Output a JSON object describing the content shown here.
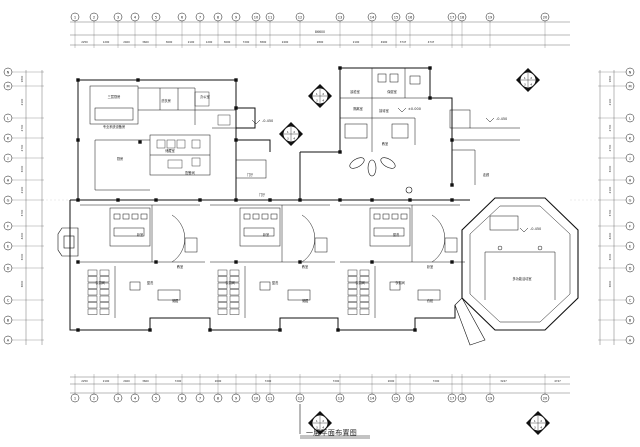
{
  "drawing": {
    "title": "一层平面布置图",
    "top_grid_labels": [
      "1",
      "2",
      "3",
      "4",
      "5",
      "6",
      "7",
      "8",
      "9",
      "10",
      "11",
      "12",
      "13",
      "14",
      "15",
      "16",
      "17",
      "18",
      "19",
      "20"
    ],
    "bottom_grid_labels": [
      "1",
      "2",
      "3",
      "4",
      "5",
      "6",
      "7",
      "8",
      "9",
      "10",
      "11",
      "12",
      "13",
      "14",
      "15",
      "16",
      "17",
      "18",
      "19",
      "20"
    ],
    "left_grid_labels": [
      "N",
      "M",
      "L",
      "K",
      "J",
      "H",
      "G",
      "F",
      "E",
      "D",
      "C",
      "B",
      "A"
    ],
    "right_grid_labels": [
      "N",
      "M",
      "L",
      "K",
      "J",
      "H",
      "G",
      "F",
      "E",
      "D",
      "C",
      "B",
      "A"
    ],
    "overall_dimension": "86600",
    "top_dimensions": [
      "2250",
      "1200",
      "2400",
      "3600",
      "3600",
      "2100",
      "1200",
      "3600",
      "7200",
      "3800",
      "2400",
      "2800",
      "2100",
      "4900",
      "3747",
      "4747"
    ],
    "bottom_dimensions": [
      "2250",
      "2100",
      "2400",
      "3600",
      "7200",
      "2000",
      "7200",
      "7200",
      "2000",
      "7200",
      "3247",
      "4747"
    ],
    "left_dimensions": [
      "1800",
      "2100",
      "2700",
      "2700",
      "3000",
      "2100",
      "3700",
      "4200",
      "3000",
      "3600"
    ],
    "right_dimensions": [
      "1800",
      "2100",
      "2700",
      "2700",
      "3000",
      "2100",
      "3700",
      "4200",
      "3000",
      "3600"
    ],
    "elevations": [
      "-0.450",
      "-0.450",
      "±0.000",
      "-0.450"
    ],
    "room_labels": [
      "三层厨房",
      "专业系统设备房",
      "洗衣房",
      "厨房",
      "储藏室",
      "配餐间",
      "门厅",
      "办公室",
      "晨检室",
      "保健室",
      "隔离室",
      "接待室",
      "教室",
      "教室",
      "教室",
      "卧室",
      "卧室",
      "卧室",
      "盥洗",
      "盥洗",
      "盥洗",
      "衣帽间",
      "衣帽间",
      "衣帽间",
      "衣帽间",
      "门厅",
      "储藏",
      "储藏",
      "衣柜",
      "多功能活动室",
      "走廊"
    ],
    "index_markers": [
      "1",
      "2",
      "3",
      "4"
    ]
  }
}
